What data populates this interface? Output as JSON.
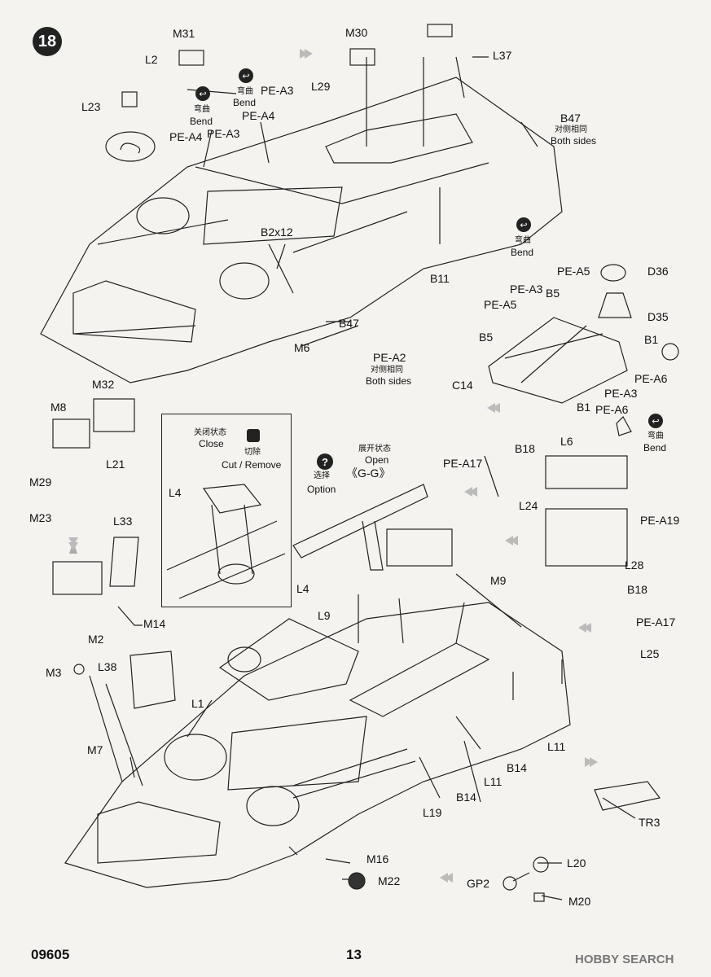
{
  "page": {
    "step": "18",
    "code": "09605",
    "number": "13",
    "watermark": "HOBBY SEARCH"
  },
  "labels": {
    "m31": "M31",
    "m30": "M30",
    "l2": "L2",
    "l23": "L23",
    "l37": "L37",
    "l29": "L29",
    "b47a": "B47",
    "b47b": "B47",
    "pe_a4_1": "PE-A4",
    "pe_a4_2": "PE-A4",
    "pe_a3_1": "PE-A3",
    "pe_a3_2": "PE-A3",
    "b2x12": "B2x12",
    "b11": "B11",
    "m6": "M6",
    "pe_a2": "PE-A2",
    "pe_a5_1": "PE-A5",
    "pe_a5_2": "PE-A5",
    "pe_a3_3": "PE-A3",
    "pe_a3_4": "PE-A3",
    "b5_1": "B5",
    "b5_2": "B5",
    "d36": "D36",
    "d35": "D35",
    "b1_1": "B1",
    "b1_2": "B1",
    "c14": "C14",
    "pe_a6_1": "PE-A6",
    "pe_a6_2": "PE-A6",
    "m32": "M32",
    "m8": "M8",
    "m29": "M29",
    "l21": "L21",
    "m23": "M23",
    "l33": "L33",
    "m2": "M2",
    "m14": "M14",
    "l4a": "L4",
    "l4b": "L4",
    "b18_1": "B18",
    "b18_2": "B18",
    "pe_a17_1": "PE-A17",
    "pe_a17_2": "PE-A17",
    "l24": "L24",
    "l6": "L6",
    "pe_a19": "PE-A19",
    "l28": "L28",
    "m9": "M9",
    "l9": "L9",
    "l25": "L25",
    "m3": "M3",
    "l38": "L38",
    "l1": "L1",
    "m7": "M7",
    "l11a": "L11",
    "l11b": "L11",
    "b14a": "B14",
    "b14b": "B14",
    "l19": "L19",
    "tr3": "TR3",
    "m16": "M16",
    "m22": "M22",
    "l20": "L20",
    "gp2": "GP2",
    "m20": "M20"
  },
  "notes": {
    "bend_cn": "弯曲",
    "bend_en": "Bend",
    "both_cn": "对侧相同",
    "both_en": "Both sides",
    "close_cn": "关闭状态",
    "close_en": "Close",
    "cut_cn": "切除",
    "cut_en": "Cut / Remove",
    "option_cn": "选择",
    "option_en": "Option",
    "open_cn": "展开状态",
    "open_en": "Open",
    "gg": "《G-G》"
  }
}
